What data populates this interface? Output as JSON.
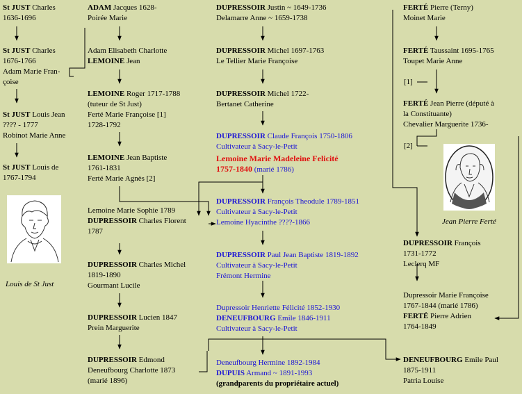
{
  "col1": {
    "b1": {
      "sn": "St JUST",
      "l1": "Charles",
      "l2": "1636-1696"
    },
    "b2": {
      "sn": "St JUST",
      "l1": "Charles",
      "l2": "1676-1766",
      "l3": "Adam Marie Fran-",
      "l4": "çoise"
    },
    "b3": {
      "sn": "St JUST",
      "l1": "Louis Jean",
      "l2": "???? - 1777",
      "l3": "Robinot Marie Anne"
    },
    "b4": {
      "sn": "St JUST",
      "l1": "Louis de",
      "l2": "1767-1794"
    },
    "caption": "Louis de St Just"
  },
  "col2": {
    "b1": {
      "sn": "ADAM",
      "l1": "Jacques 1628-",
      "l2": "Poirée Marie"
    },
    "b2": {
      "l0": "Adam Elisabeth Charlotte",
      "sn": "LEMOINE",
      "l1": "Jean"
    },
    "b3": {
      "sn": "LEMOINE",
      "l1": "Roger 1717-1788",
      "l2": "(tuteur de St Just)",
      "l3": "Ferté Marie Françoise [1]",
      "l4": "1728-1792"
    },
    "b4": {
      "sn": "LEMOINE",
      "l1": "Jean Baptiste",
      "l2": "1761-1831",
      "l3": "Ferté Marie Agnès [2]"
    },
    "b5": {
      "l0": "Lemoine Marie Sophie 1789",
      "sn": "DUPRESSOIR",
      "l1": "Charles Florent",
      "l2": "1787"
    },
    "b6": {
      "sn": "DUPRESSOIR",
      "l1": "Charles Michel",
      "l2": "1819-1890",
      "l3": "Gourmant Lucile"
    },
    "b7": {
      "sn": "DUPRESSOIR",
      "l1": "Lucien 1847",
      "l2": "Prein Marguerite"
    },
    "b8": {
      "sn": "DUPRESSOIR",
      "l1": "Edmond",
      "l2": "Deneufbourg Charlotte 1873",
      "l3": "(marié 1896)"
    }
  },
  "col3": {
    "b1": {
      "sn": "DUPRESSOIR",
      "l1": "Justin ~ 1649-1736",
      "l2": "Delamarre Anne ~ 1659-1738"
    },
    "b2": {
      "sn": "DUPRESSOIR",
      "l1": "Michel 1697-1763",
      "l2": "Le Tellier Marie Françoise"
    },
    "b3": {
      "sn": "DUPRESSOIR",
      "l1": "Michel 1722-",
      "l2": "Bertanet Catherine"
    },
    "b4": {
      "sn": "DUPRESSOIR",
      "l1": "Claude François 1750-1806",
      "l2": "Cultivateur à Sacy-le-Petit",
      "l3": "Lemoine Marie Madeleine Felicité",
      "l4": "1757-1840",
      "l4b": "(marié 1786)"
    },
    "b5": {
      "sn": "DUPRESSOIR",
      "l1": "François Theodule 1789-1851",
      "l2": "Cultivateur à Sacy-le-Petit",
      "l3": "Lemoine Hyacinthe ????-1866"
    },
    "b6": {
      "sn": "DUPRESSOIR",
      "l1": "Paul Jean Baptiste  1819-1892",
      "l2": "Cultivateur à Sacy-le-Petit",
      "l3": "Frémont Hermine"
    },
    "b7": {
      "l0": "Dupressoir Henriette Félicité 1852-1930",
      "sn": "DENEUFBOURG",
      "l1": "Emile 1846-1911",
      "l2": "Cultivateur à Sacy-le-Petit"
    },
    "b8": {
      "l0": "Deneufbourg Hermine 1892-1984",
      "sn": "DUPUIS",
      "l1": "Armand ~ 1891-1993",
      "l2": "(grandparents du propriétaire actuel)"
    }
  },
  "col4": {
    "b1": {
      "sn": "FERTÉ",
      "l1": "Pierre (Terny)",
      "l2": "Moinet Marie"
    },
    "b2": {
      "sn": "FERTÉ",
      "l1": "Taussaint 1695-1765",
      "l2": "Toupet Marie Anne"
    },
    "ref1": "[1]",
    "b3": {
      "sn": "FERTÉ",
      "l1": "Jean Pierre (député à",
      "l2": "la Constituante)",
      "l3": "Chevalier Marguerite 1736-"
    },
    "ref2": "[2]",
    "caption": "Jean Pierre Ferté",
    "b4": {
      "sn": "DUPRESSOIR",
      "l1": "François",
      "l2": "1731-1772",
      "l3": "Leclerq MF"
    },
    "b5": {
      "l0": "Dupressoir Marie Françoise",
      "l0b": "1767-1844 (marié 1786)",
      "sn": "FERTÉ",
      "l1": "Pierre Adrien",
      "l2": "1764-1849"
    },
    "b6": {
      "sn": "DENEUFBOURG",
      "l1": "Emile Paul",
      "l2": "1875-1911",
      "l3": "Patria Louise"
    }
  },
  "colors": {
    "background": "#d7dcac",
    "blue": "#1b14d6",
    "red": "#e01010"
  }
}
